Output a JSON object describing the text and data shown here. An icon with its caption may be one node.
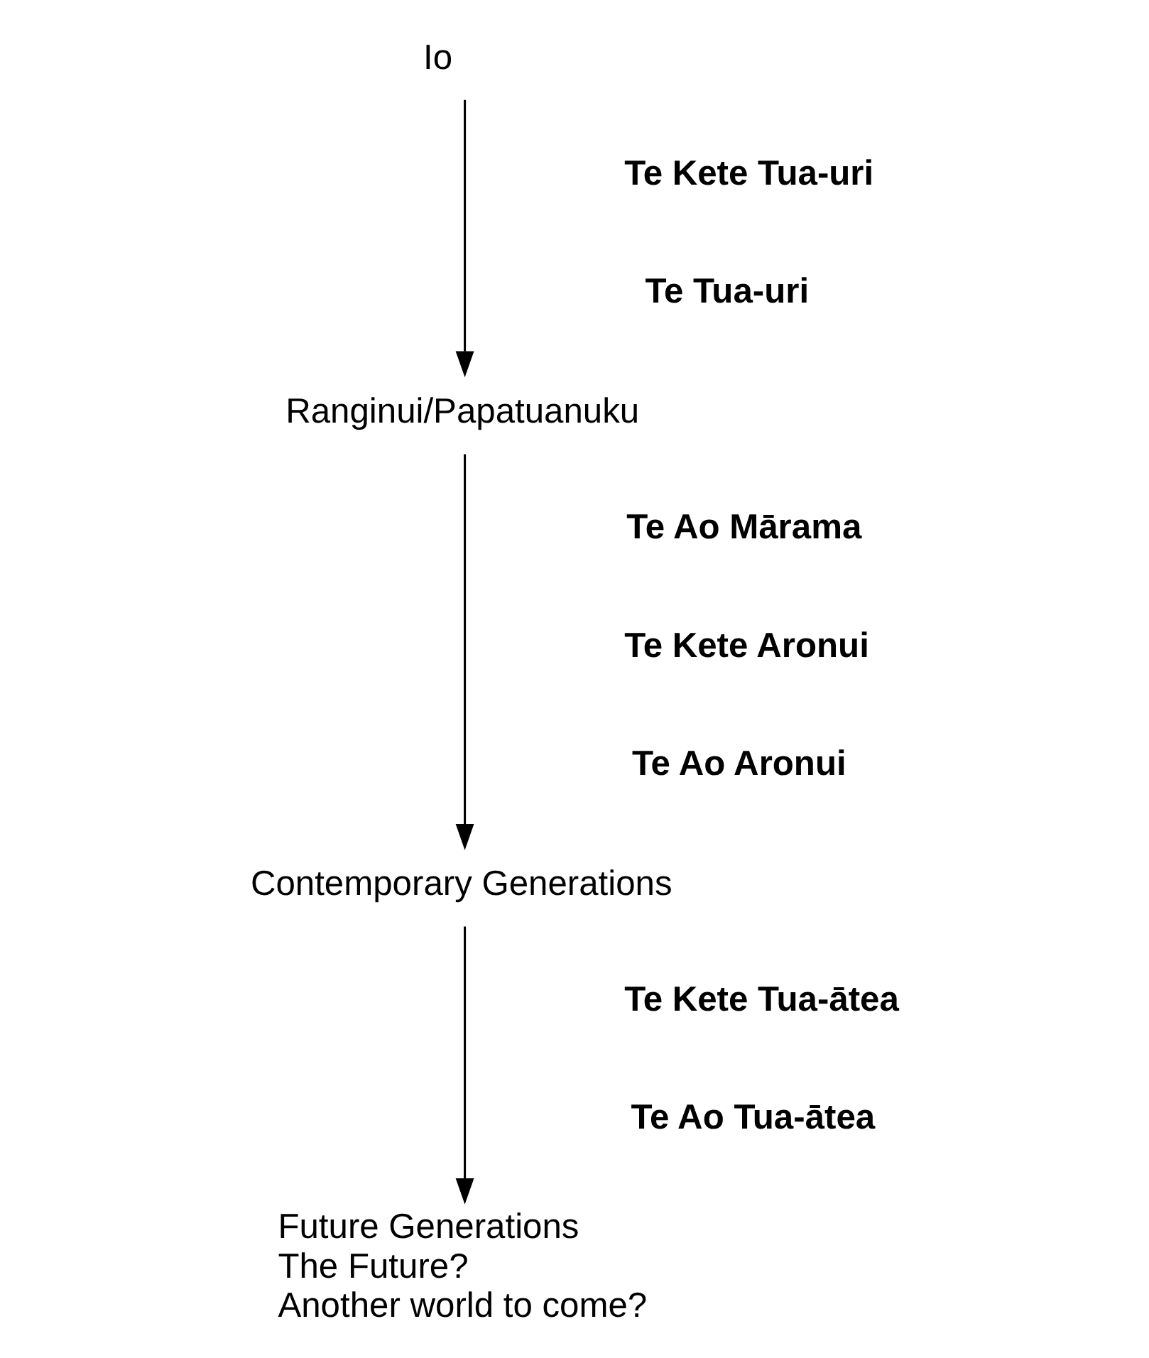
{
  "diagram": {
    "nodes": [
      {
        "text": [
          "Io"
        ]
      },
      {
        "text": [
          "Ranginui/Papatuanuku"
        ]
      },
      {
        "text": [
          "Contemporary Generations"
        ]
      },
      {
        "text": [
          "Future Generations",
          "The Future?",
          "Another world to come?"
        ]
      }
    ],
    "edges": [
      {
        "from": 0,
        "to": 1,
        "arrow": "to"
      },
      {
        "from": 1,
        "to": 2,
        "arrow": "to"
      },
      {
        "from": 2,
        "to": 3,
        "arrow": "to"
      }
    ],
    "labels": [
      "Te Kete Tua-uri",
      "Te Tua-uri",
      "Te Ao Mārama",
      "Te Kete Aronui",
      "Te Ao Aronui",
      "Te Kete Tua-ātea",
      "Te Ao Tua-ātea"
    ]
  }
}
